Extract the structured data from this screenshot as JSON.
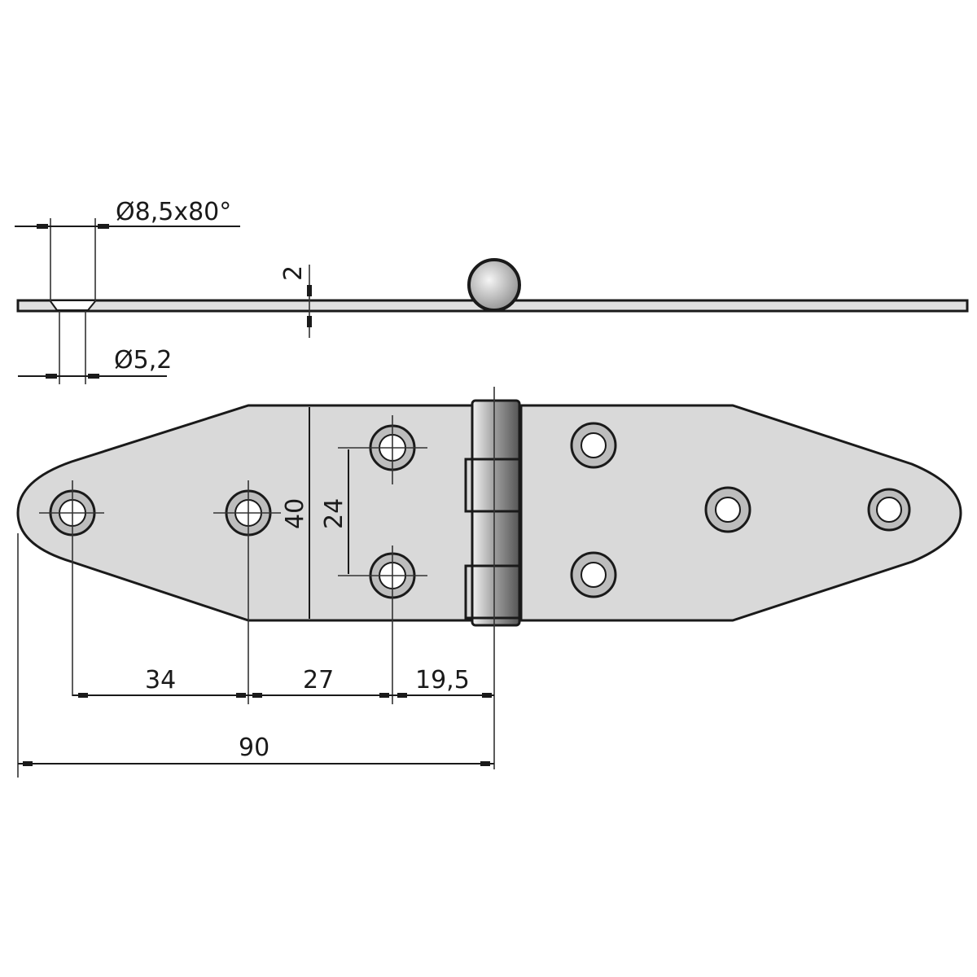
{
  "drawing": {
    "title": "Hinge technical drawing",
    "colors": {
      "line": "#1a1a1a",
      "plate": "#d9d9d9",
      "knuckle_dark": "#6b6b6b",
      "background": "#ffffff"
    },
    "side_view": {
      "countersink_label": "Ø8,5x80°",
      "hole_label": "Ø5,2",
      "thickness_label": "2"
    },
    "top_view": {
      "height_label": "40",
      "hole_spacing_vertical_label": "24",
      "dims": {
        "d1": "34",
        "d2": "27",
        "d3": "19,5",
        "total": "90"
      }
    }
  }
}
